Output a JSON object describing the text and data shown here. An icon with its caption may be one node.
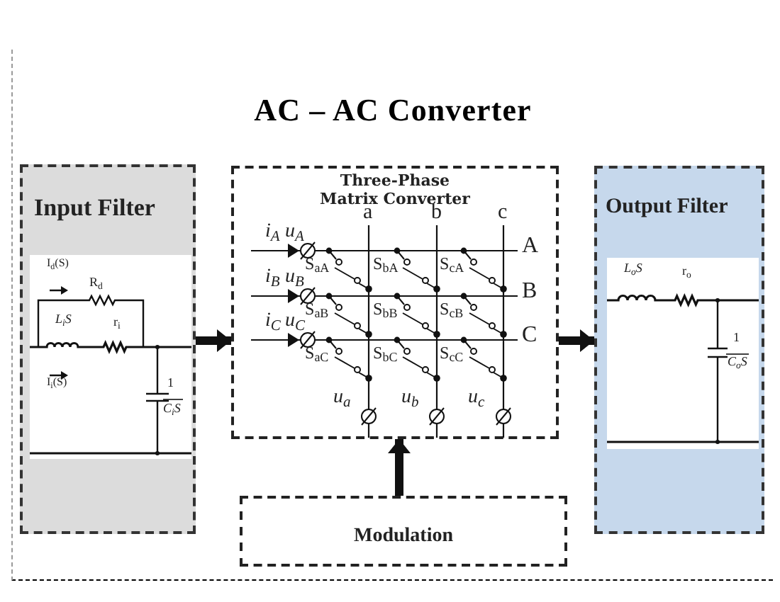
{
  "diagram": {
    "nodes": [
      {
        "text": [
          "AC – AC Converter"
        ]
      },
      {
        "text": [
          "Input Filter"
        ],
        "in": 0
      },
      {
        "text": [
          "Three-Phase Matrix Converter"
        ],
        "in": 0
      },
      {
        "text": [
          "Output Filter"
        ],
        "in": 0
      },
      {
        "text": [
          "Modulation"
        ],
        "in": 0
      }
    ],
    "edges": [
      {
        "from": 1,
        "to": 2,
        "arrow": "to"
      },
      {
        "from": 2,
        "to": 3,
        "arrow": "to"
      },
      {
        "from": 4,
        "to": 2,
        "arrow": "to"
      }
    ],
    "labels": [
      "I$_{d}$(S)",
      "R$_{d}$",
      "L$_{i}$S",
      "r$_{i}$",
      "I$_{i}$(S)",
      "1",
      "C$_{i}$S",
      "a",
      "b",
      "c",
      "i$_{A}$",
      "u$_{A}$",
      "A",
      "i$_{B}$",
      "u$_{B}$",
      "B",
      "i$_{C}$",
      "u$_{C}$",
      "C",
      "S$_{aA}$",
      "S$_{bA}$",
      "S$_{cA}$",
      "S$_{aB}$",
      "S$_{bB}$",
      "S$_{cB}$",
      "S$_{aC}$",
      "S$_{bC}$",
      "S$_{cC}$",
      "u$_{a}$",
      "u$_{b}$",
      "u$_{c}$",
      "L$_{o}$S",
      "r$_{o}$",
      "1",
      "C$_{o}$S"
    ]
  }
}
